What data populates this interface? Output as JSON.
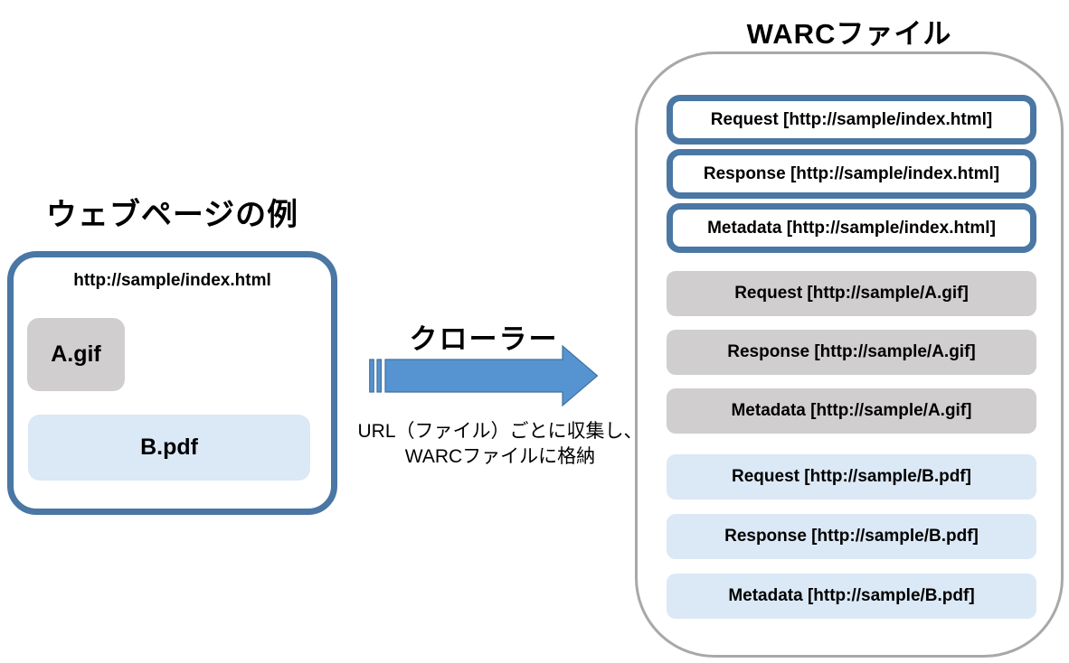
{
  "left_panel": {
    "title": "ウェブページの例",
    "url": "http://sample/index.html",
    "files": [
      {
        "label": "A.gif",
        "fill": "#d0cece"
      },
      {
        "label": "B.pdf",
        "fill": "#dbe8f5"
      }
    ]
  },
  "crawler": {
    "label": "クローラー",
    "arrow_icon": "striped-right-arrow",
    "caption_line1": "URL（ファイル）ごとに収集し、",
    "caption_line2": "WARCファイルに格納"
  },
  "warc_panel": {
    "title": "WARCファイル",
    "records": [
      {
        "label": "Request [http://sample/index.html]",
        "group": "index.html",
        "style": "white-blue-border"
      },
      {
        "label": "Response [http://sample/index.html]",
        "group": "index.html",
        "style": "white-blue-border"
      },
      {
        "label": "Metadata [http://sample/index.html]",
        "group": "index.html",
        "style": "white-blue-border"
      },
      {
        "label": "Request [http://sample/A.gif]",
        "group": "A.gif",
        "style": "gray"
      },
      {
        "label": "Response [http://sample/A.gif]",
        "group": "A.gif",
        "style": "gray"
      },
      {
        "label": "Metadata [http://sample/A.gif]",
        "group": "A.gif",
        "style": "gray"
      },
      {
        "label": "Request [http://sample/B.pdf]",
        "group": "B.pdf",
        "style": "light-blue"
      },
      {
        "label": "Response [http://sample/B.pdf]",
        "group": "B.pdf",
        "style": "light-blue"
      },
      {
        "label": "Metadata [http://sample/B.pdf]",
        "group": "B.pdf",
        "style": "light-blue"
      }
    ]
  },
  "colors": {
    "accent_blue_border": "#4a77a3",
    "arrow_blue": "#5593d1",
    "arrow_blue_dark": "#41719c",
    "gray_fill": "#d0cece",
    "light_blue_fill": "#dbe8f5",
    "container_gray_border": "#a8a8a8",
    "text": "#000000"
  }
}
